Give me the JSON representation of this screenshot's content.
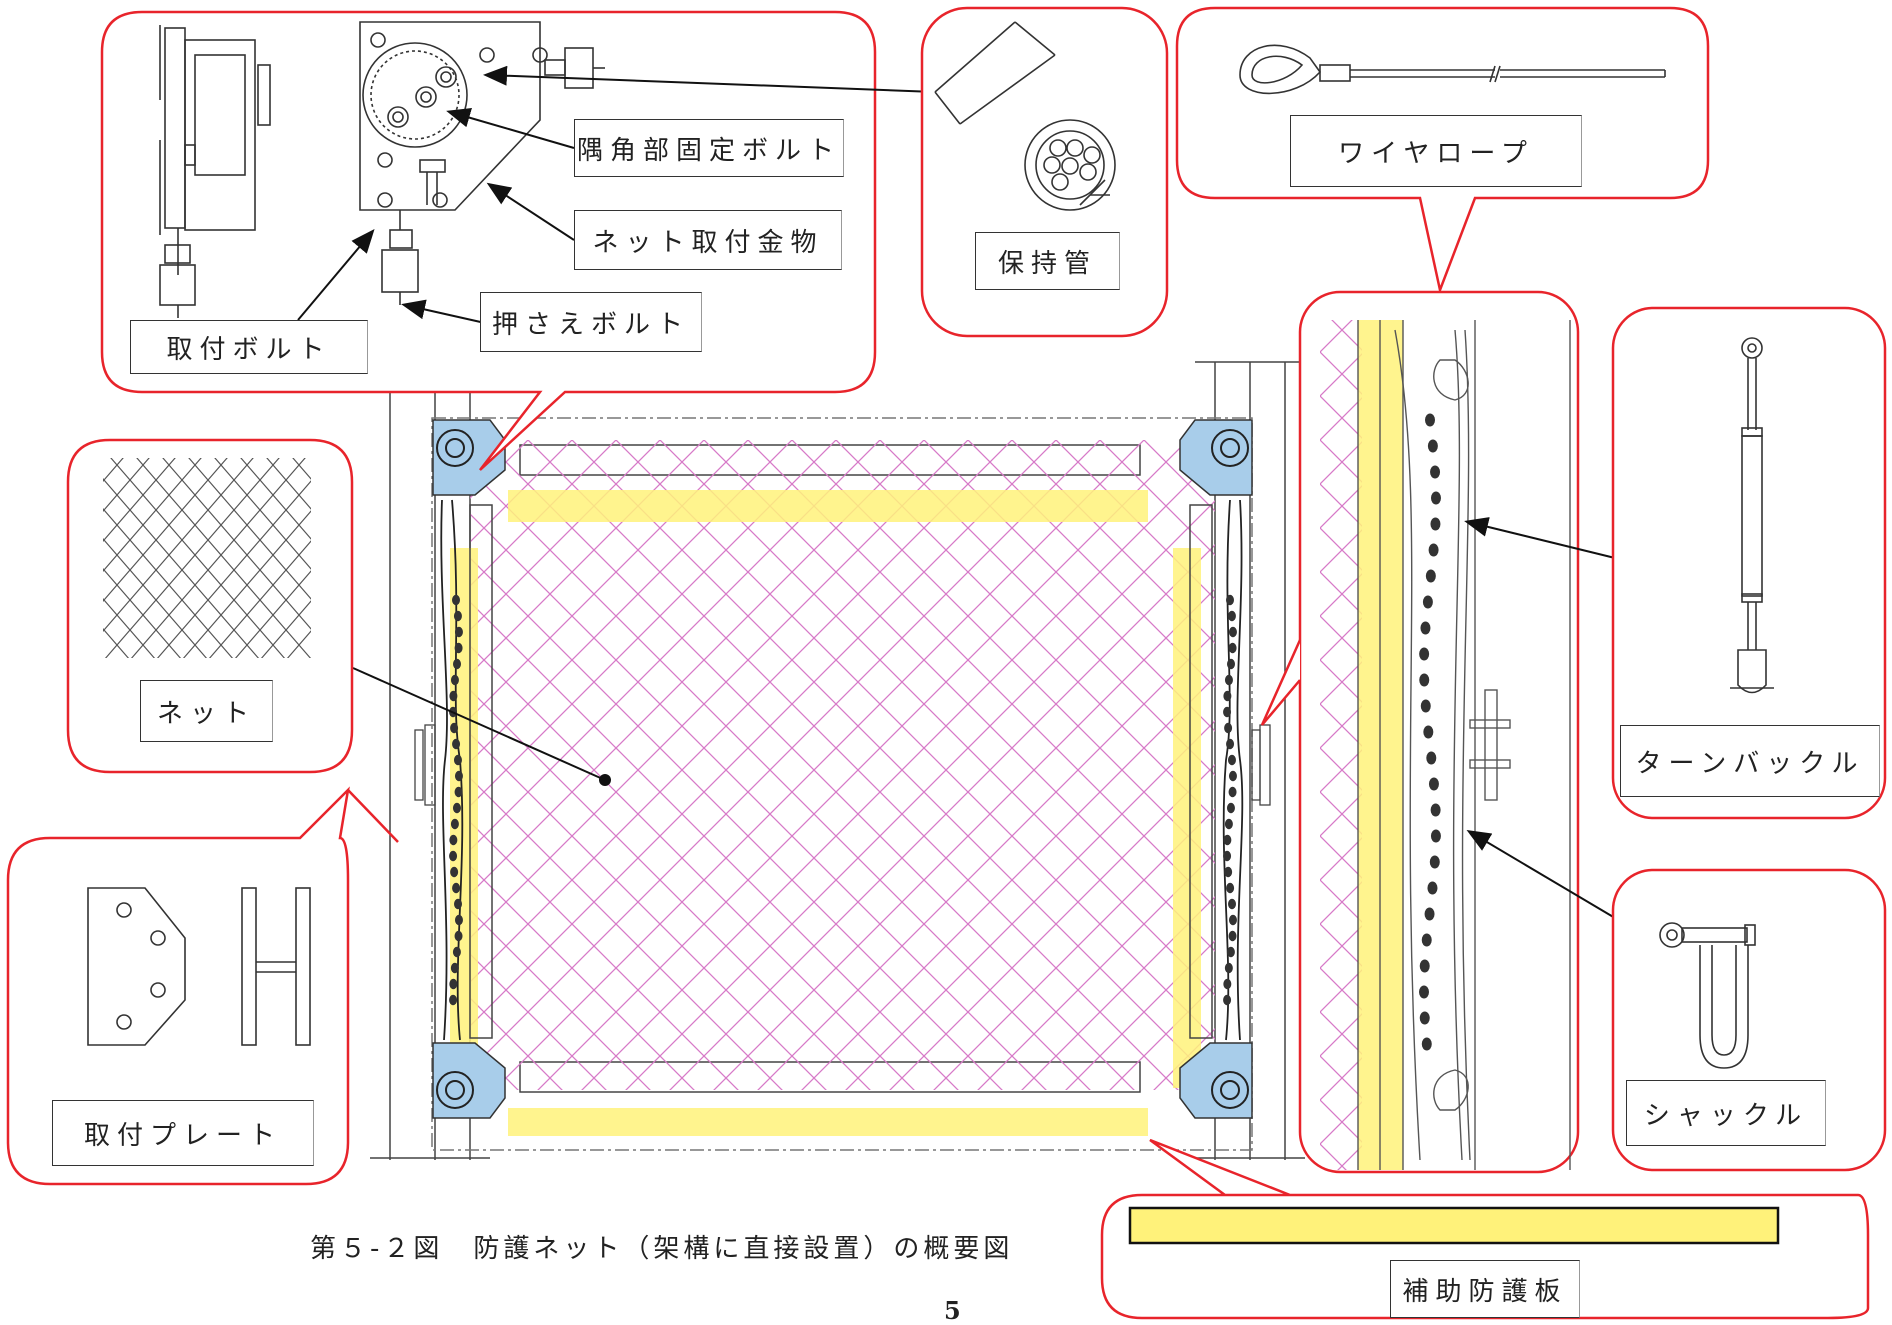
{
  "labels": {
    "corner_bolt": "隅角部固定ボルト",
    "net_fitting": "ネット取付金物",
    "mount_bolt": "取付ボルト",
    "press_bolt": "押さえボルト",
    "holding_tube": "保持管",
    "wire_rope": "ワイヤロープ",
    "net": "ネット",
    "turnbuckle": "ターンバックル",
    "shackle": "シャックル",
    "mount_plate": "取付プレート",
    "aux_board": "補助防護板"
  },
  "caption": "第５-２図　防護ネット（架構に直接設置）の概要図",
  "page_number": "5",
  "colors": {
    "callout_border": "#e8242b",
    "net_mesh": "#d77ac8",
    "aux_board_fill": "#fff27a",
    "fitting_fill": "#a8cdea",
    "line": "#333333"
  }
}
